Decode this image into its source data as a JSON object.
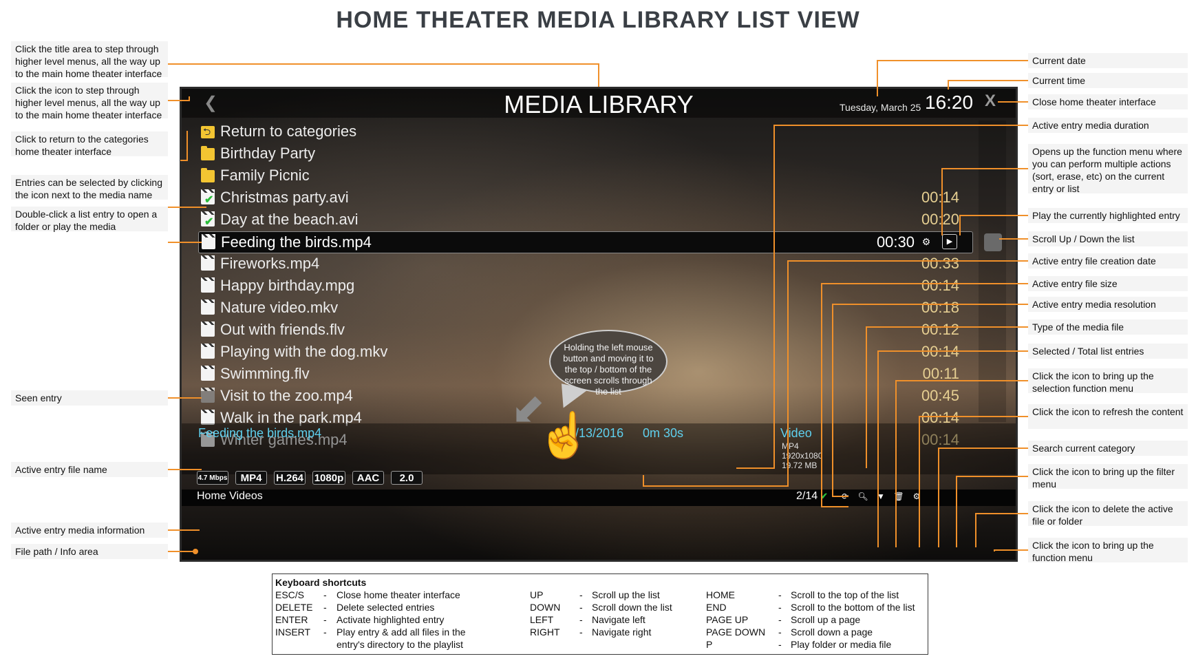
{
  "page": {
    "title": "HOME THEATER MEDIA LIBRARY LIST VIEW"
  },
  "annotations": {
    "left": [
      "Click the title area to step through higher level menus, all the way up to the main home theater interface",
      "Click the icon to step through higher level menus, all the way up to the main home theater interface",
      "Click to return to the categories home theater interface",
      "Entries can be selected by clicking the icon next to the media name",
      "Double-click a list entry to open a folder or play the media",
      "Seen entry",
      "Active entry file name",
      "Active entry media information",
      "File path / Info area"
    ],
    "right": [
      "Current date",
      "Current time",
      "Close home theater interface",
      "Active entry media duration",
      "Opens up the function menu where you can perform multiple actions (sort, erase, etc) on the current entry or list",
      "Play the currently highlighted entry",
      "Scroll Up / Down the list",
      "Active entry file creation date",
      "Active entry file size",
      "Active entry media resolution",
      "Type of the media file",
      "Selected / Total list entries",
      "Click the icon to bring up the selection function menu",
      "Click the icon to refresh the content",
      "Search current category",
      "Click the icon to bring up the filter menu",
      "Click the icon to delete the active file or folder",
      "Click the icon to bring up the function menu"
    ]
  },
  "screen": {
    "title": "MEDIA LIBRARY",
    "date": "Tuesday, March 25",
    "time": "16:20",
    "close_label": "X",
    "back_label": "❮",
    "entries": [
      {
        "name": "Return to categories",
        "icon": "folder-up-icon",
        "duration": ""
      },
      {
        "name": "Birthday Party",
        "icon": "folder-icon",
        "duration": ""
      },
      {
        "name": "Family Picnic",
        "icon": "folder-icon",
        "duration": ""
      },
      {
        "name": "Christmas party.avi",
        "icon": "clapperboard-icon",
        "duration": "00:14",
        "selected": true
      },
      {
        "name": "Day at the beach.avi",
        "icon": "clapperboard-icon",
        "duration": "00:20",
        "selected": true
      },
      {
        "name": "Feeding the birds.mp4",
        "icon": "clapperboard-icon",
        "duration": "00:30",
        "active": true
      },
      {
        "name": "Fireworks.mp4",
        "icon": "clapperboard-icon",
        "duration": "00:33"
      },
      {
        "name": "Happy birthday.mpg",
        "icon": "clapperboard-icon",
        "duration": "00:14"
      },
      {
        "name": "Nature video.mkv",
        "icon": "clapperboard-icon",
        "duration": "00:18"
      },
      {
        "name": "Out with friends.flv",
        "icon": "clapperboard-icon",
        "duration": "00:12"
      },
      {
        "name": "Playing with the dog.mkv",
        "icon": "clapperboard-icon",
        "duration": "00:14"
      },
      {
        "name": "Swimming.flv",
        "icon": "clapperboard-icon",
        "duration": "00:11"
      },
      {
        "name": "Visit to the zoo.mp4",
        "icon": "clapperboard-icon",
        "duration": "00:45",
        "seen": true
      },
      {
        "name": "Walk in the park.mp4",
        "icon": "clapperboard-icon",
        "duration": "00:14"
      },
      {
        "name": "Winter games.mp4",
        "icon": "clapperboard-icon",
        "duration": "00:14"
      }
    ],
    "info": {
      "name": "Feeding the birds.mp4",
      "date": "8/13/2016",
      "duration": "0m 30s",
      "type": "Video",
      "format": "MP4",
      "resolution": "1920x1080",
      "size": "19.72 MB"
    },
    "bubble": "Holding the left mouse button and moving it to the top / bottom of the screen scrolls through the list",
    "badges": [
      "4.7 Mbps",
      "MP4",
      "H.264",
      "1080p",
      "AAC",
      "2.0"
    ],
    "path": "Home Videos",
    "counter": "2/14",
    "footer_icons": [
      "refresh-icon",
      "search-icon",
      "filter-icon",
      "trash-icon",
      "gear-icon"
    ]
  },
  "shortcuts": {
    "title": "Keyboard shortcuts",
    "items": [
      {
        "key": "ESC/S",
        "desc": "Close home theater interface"
      },
      {
        "key": "DELETE",
        "desc": "Delete selected entries"
      },
      {
        "key": "ENTER",
        "desc": "Activate highlighted entry"
      },
      {
        "key": "INSERT",
        "desc": "Play entry & add all files in the entry's directory to the playlist"
      },
      {
        "key": "UP",
        "desc": "Scroll up the list"
      },
      {
        "key": "DOWN",
        "desc": "Scroll down the list"
      },
      {
        "key": "LEFT",
        "desc": "Navigate left"
      },
      {
        "key": "RIGHT",
        "desc": "Navigate right"
      },
      {
        "key": "HOME",
        "desc": "Scroll to the top of the list"
      },
      {
        "key": "END",
        "desc": "Scroll to the bottom of the list"
      },
      {
        "key": "PAGE UP",
        "desc": "Scroll up a page"
      },
      {
        "key": "PAGE DOWN",
        "desc": "Scroll down a page"
      },
      {
        "key": "P",
        "desc": "Play folder or media file"
      }
    ]
  },
  "colors": {
    "accent": "#f0902a",
    "info_text": "#5fd0ee",
    "duration_text": "#e6cf92",
    "check": "#2bbd3a"
  }
}
